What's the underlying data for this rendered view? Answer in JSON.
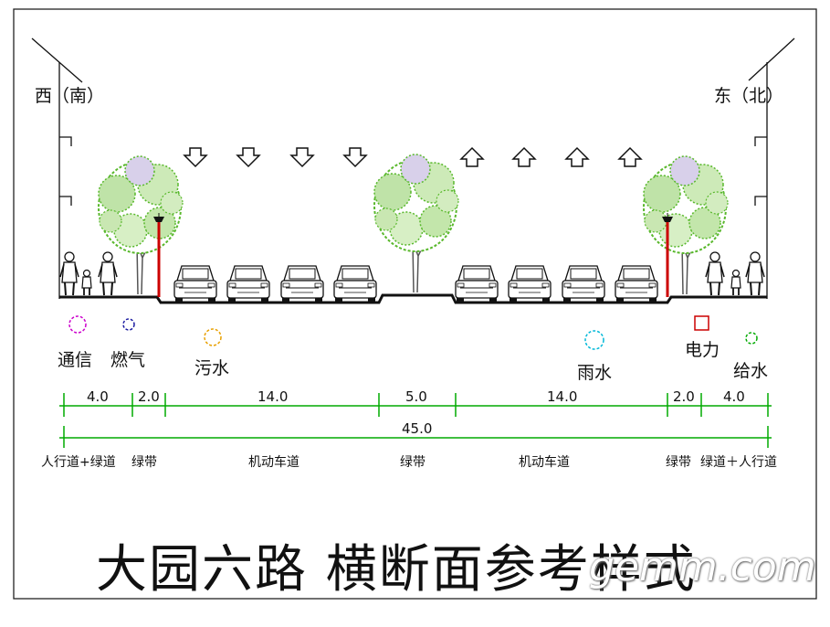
{
  "directions": {
    "west": "西（南）",
    "east": "东（北）"
  },
  "utilities": {
    "telecom": "通信",
    "gas": "燃气",
    "sewage": "污水",
    "rainwater": "雨水",
    "power": "电力",
    "water_supply": "给水"
  },
  "dimensions": {
    "segments": [
      "4.0",
      "2.0",
      "14.0",
      "5.0",
      "14.0",
      "2.0",
      "4.0"
    ],
    "total": "45.0"
  },
  "zones": {
    "left_sidewalk": "人行道+绿道",
    "left_green": "绿带",
    "left_lanes": "机动车道",
    "median": "绿带",
    "right_lanes": "机动车道",
    "right_green": "绿带",
    "right_sidewalk": "绿道＋人行道"
  },
  "title": "大园六路  横断面参考样式",
  "watermark": "gemm.com",
  "colors": {
    "dimension_line": "#00aa00",
    "telecom": "#cc00cc",
    "gas": "#1a1aa0",
    "sewage": "#e8a000",
    "rainwater": "#00b8d8",
    "power": "#cc0000",
    "water_supply": "#00aa00",
    "tree_leaf": "#59b82c",
    "lamp_pole": "#cc0000"
  },
  "icons": {
    "arrow_down": "down-arrow-icon",
    "arrow_up": "up-arrow-icon",
    "car": "car-icon",
    "tree": "tree-icon",
    "pedestrian": "pedestrian-icon",
    "street_lamp": "street-lamp-icon"
  }
}
